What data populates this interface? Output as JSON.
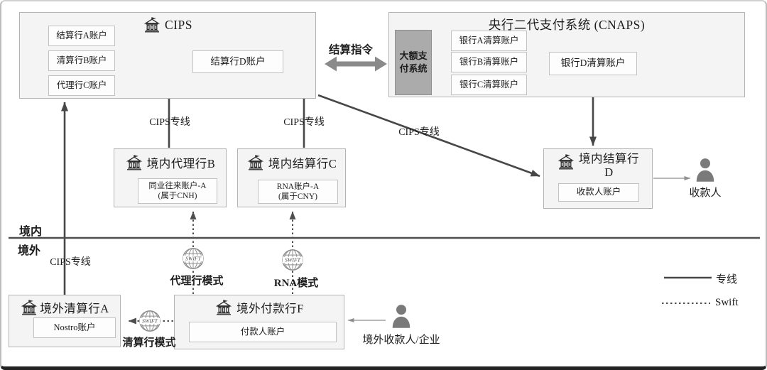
{
  "colors": {
    "box_fill": "#f4f4f4",
    "box_border": "#b3b3b3",
    "inner_fill": "#fdfdfd",
    "hvps_fill": "#ababab",
    "solid_line": "#474747",
    "thin_line": "#8f8f8f",
    "fat_arrow": "#8a8a8a",
    "text": "#1c1c1c"
  },
  "cips": {
    "title": "CIPS",
    "accounts": [
      "结算行A账户",
      "清算行B账户",
      "代理行C账户"
    ],
    "settlement_account": "结算行D账户"
  },
  "cnaps": {
    "title": "央行二代支付系统 (CNAPS)",
    "hvps_label": "大额支付系统",
    "accounts": [
      "银行A清算账户",
      "银行B清算账户",
      "银行C清算账户"
    ],
    "settlement_account": "银行D清算账户"
  },
  "connections": {
    "settlement_instruction": "结算指令",
    "cips_line": "CIPS专线"
  },
  "banks": {
    "domestic_agent_b": {
      "title": "境内代理行B",
      "account": "同业往来账户-A",
      "account_note": "(属于CNH)"
    },
    "domestic_settlement_c": {
      "title": "境内结算行C",
      "account": "RNA账户-A",
      "account_note": "(属于CNY)"
    },
    "domestic_settlement_d": {
      "title_line1": "境内结算行",
      "title_line2": "D",
      "account": "收款人账户"
    },
    "overseas_clearing_a": {
      "title": "境外清算行A",
      "account": "Nostro账户"
    },
    "overseas_paying_f": {
      "title": "境外付款行F",
      "account": "付款人账户"
    }
  },
  "modes": {
    "agent": "代理行模式",
    "rna": "RNA模式",
    "clearing": "清算行模式"
  },
  "persons": {
    "payee": "收款人",
    "overseas_payer": "境外收款人/企业"
  },
  "regions": {
    "domestic": "境内",
    "overseas": "境外"
  },
  "legend": {
    "solid": "专线",
    "dotted": "Swift"
  },
  "icons": {
    "bank": "bank-icon",
    "person": "person-icon",
    "swift_globe": "swift-globe-icon",
    "swift_globe_text": "SWIFT"
  }
}
